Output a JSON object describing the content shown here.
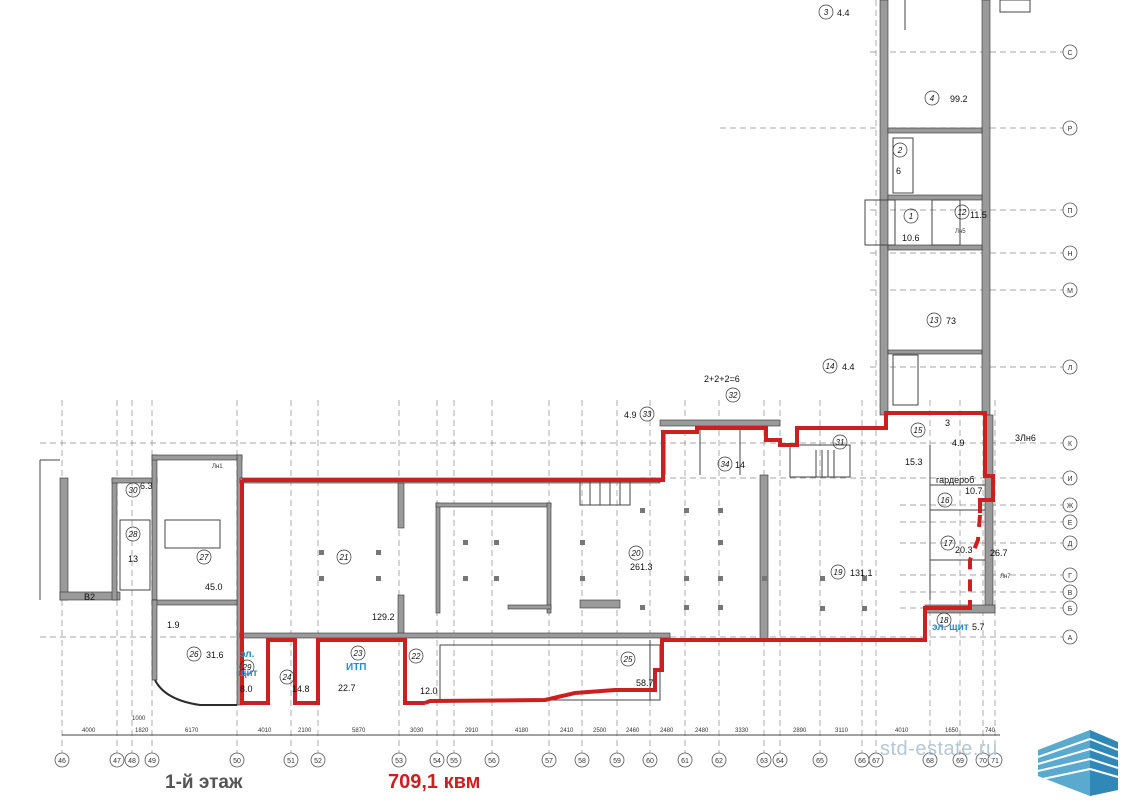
{
  "floor_label": "1-й этаж",
  "total_area": "709,1 квм",
  "watermark_text": "std-estate.ru",
  "colors": {
    "outline": "#cc1f1f",
    "label_blue": "#1f8fc8",
    "walls": "#2c2c2c"
  },
  "axes_bottom": [
    "46",
    "47",
    "48",
    "49",
    "50",
    "51",
    "52",
    "53",
    "54",
    "55",
    "56",
    "57",
    "58",
    "59",
    "60",
    "61",
    "62",
    "63",
    "64",
    "65",
    "66",
    "67",
    "68",
    "69",
    "70",
    "71"
  ],
  "axes_right": [
    "С",
    "Р",
    "П",
    "Н",
    "М",
    "Л",
    "К",
    "И",
    "Ж",
    "Е",
    "Д",
    "Г",
    "В",
    "Б",
    "А"
  ],
  "bottom_dims": [
    "4000",
    "1820",
    "1000",
    "6170",
    "4010",
    "2100",
    "5870",
    "3030",
    "2910",
    "4180",
    "2410",
    "2500",
    "2460",
    "2480",
    "2480",
    "3330",
    "2890",
    "3110",
    "4010",
    "1650",
    "740"
  ],
  "stair_note": "2+2+2=6",
  "right_note": "3Лн6",
  "rooms": [
    {
      "num": "1",
      "area": "10.6"
    },
    {
      "num": "2",
      "area": "6"
    },
    {
      "num": "3",
      "area": "4.4"
    },
    {
      "num": "4",
      "area": "99.2"
    },
    {
      "num": "12",
      "area": "11.5"
    },
    {
      "num": "13",
      "area": "73"
    },
    {
      "num": "14",
      "area": "4.4"
    },
    {
      "num": "15",
      "area": "15.3"
    },
    {
      "num": "16",
      "area": "10.7"
    },
    {
      "num": "17",
      "area": "20.3"
    },
    {
      "num": "18",
      "area": "5.7"
    },
    {
      "num": "19",
      "area": "131.1"
    },
    {
      "num": "20",
      "area": "261.3"
    },
    {
      "num": "21",
      "area": "129.2"
    },
    {
      "num": "22",
      "area": "12.0"
    },
    {
      "num": "23",
      "area": "22.7"
    },
    {
      "num": "24",
      "area": "14.8"
    },
    {
      "num": "25",
      "area": "58.7"
    },
    {
      "num": "26",
      "area": "31.6"
    },
    {
      "num": "27",
      "area": "45.0"
    },
    {
      "num": "28",
      "area": "13"
    },
    {
      "num": "29",
      "area": "8.0"
    },
    {
      "num": "30",
      "area": "6.3"
    },
    {
      "num": "31",
      "area": ""
    },
    {
      "num": "32",
      "area": ""
    },
    {
      "num": "33",
      "area": "4.9"
    },
    {
      "num": "34",
      "area": "14"
    }
  ],
  "extra_areas": [
    "4.9",
    "3",
    "26.7",
    "1.9"
  ],
  "labels": {
    "el_shchit_left_1": "эл.",
    "el_shchit_left_2": "щит",
    "itp": "ИТП",
    "el_shchit_right": "эл. щит",
    "garderob": "гардероб",
    "lift_left": "Лн1",
    "lift_right": "Лн7",
    "lift_top": "Лн5",
    "b2": "В2"
  }
}
